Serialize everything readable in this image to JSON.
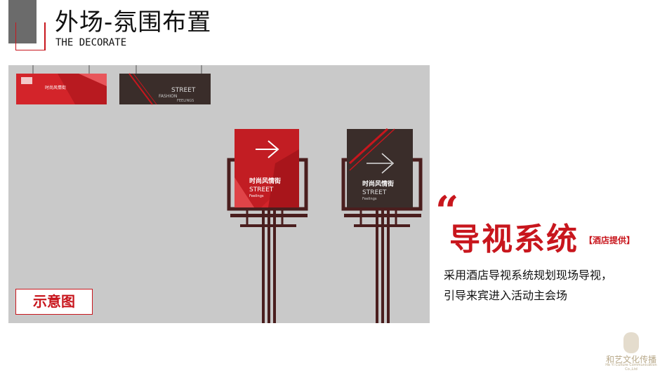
{
  "header": {
    "title": "外场-氛围布置",
    "subtitle": "THE DECORATE"
  },
  "scene": {
    "caption": "示意图",
    "hanging_sign_red_text": "时尚风情街",
    "hanging_sign_dark_lines": [
      "STREET",
      "FASHION",
      "FEELINGS"
    ],
    "stand_sign_left_title": "时尚风情街",
    "stand_sign_left_sub": "STREET",
    "stand_sign_left_small": "Feelings",
    "stand_sign_right_title": "时尚风情街",
    "stand_sign_right_sub": "STREET",
    "stand_sign_right_small": "Feelings"
  },
  "feature": {
    "quote_mark": "“",
    "heading": "导视系统",
    "tag": "【酒店提供】",
    "description_lines": [
      "采用酒店导视系统规划现场导视，",
      "引导来宾进入活动主会场"
    ]
  },
  "logo": {
    "name": "和艺文化传播",
    "sub": "He Yi Culture Communication Co.,Ltd"
  },
  "colors": {
    "accent": "#c8161d",
    "dark_sign": "#3a2d2a",
    "frame": "#4a1e1e",
    "backdrop": "#c9c9c9"
  }
}
